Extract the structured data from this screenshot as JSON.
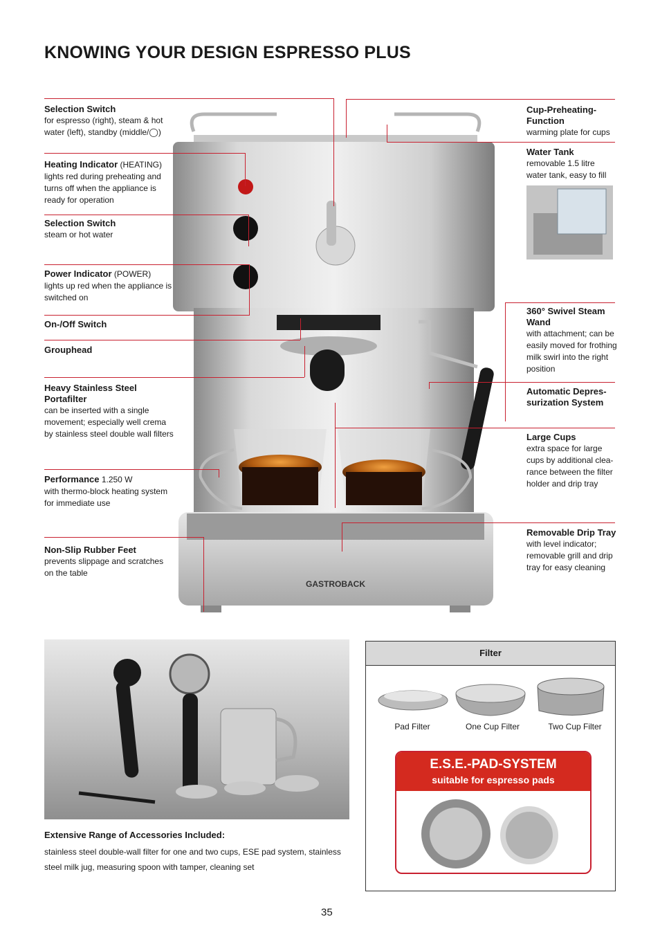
{
  "title": "KNOWING YOUR DESIGN ESPRESSO PLUS",
  "left_labels": [
    {
      "head": "Selection Switch",
      "text": "for espresso (right), steam & hot water (left), standby (middle/◯)"
    },
    {
      "head": "Heating Indicator",
      "head_suffix": " (HEATING)",
      "text": "lights red during preheating and turns off when the appliance is ready for operation"
    },
    {
      "head": "Selection Switch",
      "text": "steam or hot water"
    },
    {
      "head": "Power Indicator",
      "head_suffix": " (POWER)",
      "text": "lights up red when the appliance is switched on"
    },
    {
      "head": "On-/Off Switch",
      "text": ""
    },
    {
      "head": "Grouphead",
      "text": ""
    },
    {
      "head": "Heavy Stainless Steel Portafilter",
      "text": "can be inserted with a single movement; especially well crema by stainless steel double wall filters"
    },
    {
      "head": "Performance",
      "head_suffix": " 1.250 W",
      "text": "with thermo-block heating system for immediate use"
    },
    {
      "head": "Non-Slip Rubber Feet",
      "text": "prevents slippage and scratches on the table"
    }
  ],
  "right_labels": [
    {
      "head": "Cup-Preheating-Function",
      "text": "warming plate for cups"
    },
    {
      "head": "Water Tank",
      "text": "removable 1.5 litre water tank, easy to fill"
    },
    {
      "head": "360° Swivel Steam Wand",
      "text": "with attachment; can be easily moved for frothing milk swirl into the right position"
    },
    {
      "head": "Automatic Depres-surization System",
      "text": ""
    },
    {
      "head": "Large Cups",
      "text": "extra space for large cups by additional clea-rance between the filter holder and drip tray"
    },
    {
      "head": "Removable Drip Tray",
      "text": "with level indicator; removable grill and drip tray for easy cleaning"
    }
  ],
  "brand": "GASTROBACK",
  "accessories": {
    "title": "Extensive Range of Accessories Included:",
    "text": "stainless steel double-wall filter for one and two cups, ESE pad system, stainless steel milk jug, measuring spoon with tamper, cleaning set"
  },
  "filter": {
    "header": "Filter",
    "items": [
      "Pad Filter",
      "One Cup Filter",
      "Two Cup Filter"
    ],
    "ese_title": "E.S.E.-PAD-SYSTEM",
    "ese_subtitle": "suitable for espresso pads"
  },
  "page_number": "35",
  "colors": {
    "accent": "#c8202f",
    "ese_red": "#d42a1f"
  }
}
